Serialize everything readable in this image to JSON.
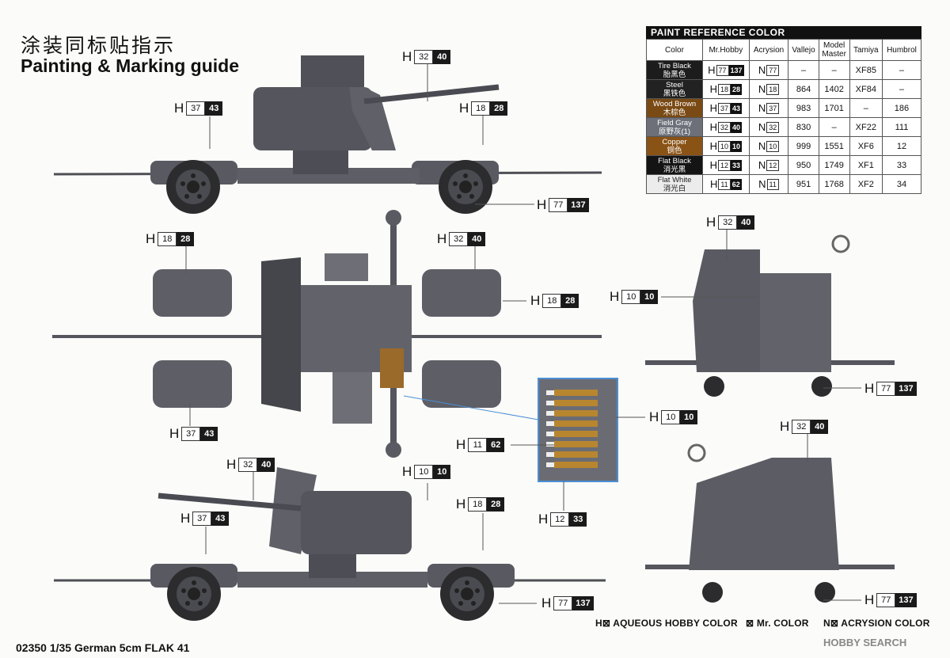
{
  "header": {
    "title_cn": "涂装同标贴指示",
    "title_en": "Painting & Marking guide"
  },
  "footer": {
    "text": "02350 1/35 German 5cm FLAK 41"
  },
  "legend": {
    "hobby": "AQUEOUS HOBBY COLOR",
    "mr": "Mr. COLOR",
    "acry": "ACRYSION COLOR",
    "h_prefix": "H⊠",
    "mr_prefix": "⊠",
    "n_prefix": "N⊠"
  },
  "watermark": "HOBBY SEARCH",
  "paint_table": {
    "title": "PAINT REFERENCE COLOR",
    "columns": [
      "Color",
      "Mr.Hobby",
      "Acrysion",
      "Vallejo",
      "Model Master",
      "Tamiya",
      "Humbrol"
    ],
    "rows": [
      {
        "en": "Tire Black",
        "cn": "胎黑色",
        "bg": "#1c1c1c",
        "fg": "#ffffff",
        "h1": "77",
        "h2": "137",
        "n": "77",
        "vallejo": "–",
        "mm": "–",
        "tamiya": "XF85",
        "humbrol": "–"
      },
      {
        "en": "Steel",
        "cn": "黑铁色",
        "bg": "#222222",
        "fg": "#ffffff",
        "h1": "18",
        "h2": "28",
        "n": "18",
        "vallejo": "864",
        "mm": "1402",
        "tamiya": "XF84",
        "humbrol": "–"
      },
      {
        "en": "Wood Brown",
        "cn": "木棕色",
        "bg": "#7a4a14",
        "fg": "#ffffff",
        "h1": "37",
        "h2": "43",
        "n": "37",
        "vallejo": "983",
        "mm": "1701",
        "tamiya": "–",
        "humbrol": "186"
      },
      {
        "en": "Field Gray",
        "cn": "原野灰(1)",
        "bg": "#6d7079",
        "fg": "#ffffff",
        "h1": "32",
        "h2": "40",
        "n": "32",
        "vallejo": "830",
        "mm": "–",
        "tamiya": "XF22",
        "humbrol": "111"
      },
      {
        "en": "Copper",
        "cn": "铜色",
        "bg": "#8a5316",
        "fg": "#ffffff",
        "h1": "10",
        "h2": "10",
        "n": "10",
        "vallejo": "999",
        "mm": "1551",
        "tamiya": "XF6",
        "humbrol": "12"
      },
      {
        "en": "Flat Black",
        "cn": "消光黑",
        "bg": "#141414",
        "fg": "#ffffff",
        "h1": "12",
        "h2": "33",
        "n": "12",
        "vallejo": "950",
        "mm": "1749",
        "tamiya": "XF1",
        "humbrol": "33"
      },
      {
        "en": "Flat White",
        "cn": "消光白",
        "bg": "#ececec",
        "fg": "#222222",
        "h1": "11",
        "h2": "62",
        "n": "11",
        "vallejo": "951",
        "mm": "1768",
        "tamiya": "XF2",
        "humbrol": "34"
      }
    ]
  },
  "callouts": [
    {
      "id": "c1",
      "a": "32",
      "b": "40"
    },
    {
      "id": "c2",
      "a": "37",
      "b": "43"
    },
    {
      "id": "c3",
      "a": "18",
      "b": "28"
    },
    {
      "id": "c4",
      "a": "77",
      "b": "137"
    },
    {
      "id": "c5",
      "a": "18",
      "b": "28"
    },
    {
      "id": "c6",
      "a": "32",
      "b": "40"
    },
    {
      "id": "c7",
      "a": "18",
      "b": "28"
    },
    {
      "id": "c8",
      "a": "37",
      "b": "43"
    },
    {
      "id": "c9",
      "a": "32",
      "b": "40"
    },
    {
      "id": "c10",
      "a": "10",
      "b": "10"
    },
    {
      "id": "c11",
      "a": "77",
      "b": "137"
    },
    {
      "id": "c12",
      "a": "10",
      "b": "10"
    },
    {
      "id": "c13",
      "a": "11",
      "b": "62"
    },
    {
      "id": "c14",
      "a": "12",
      "b": "33"
    },
    {
      "id": "c15",
      "a": "32",
      "b": "40"
    },
    {
      "id": "c16",
      "a": "10",
      "b": "10"
    },
    {
      "id": "c17",
      "a": "37",
      "b": "43"
    },
    {
      "id": "c18",
      "a": "18",
      "b": "28"
    },
    {
      "id": "c19",
      "a": "77",
      "b": "137"
    },
    {
      "id": "c20",
      "a": "32",
      "b": "40"
    },
    {
      "id": "c21",
      "a": "77",
      "b": "137"
    }
  ],
  "callout_prefix": "H"
}
